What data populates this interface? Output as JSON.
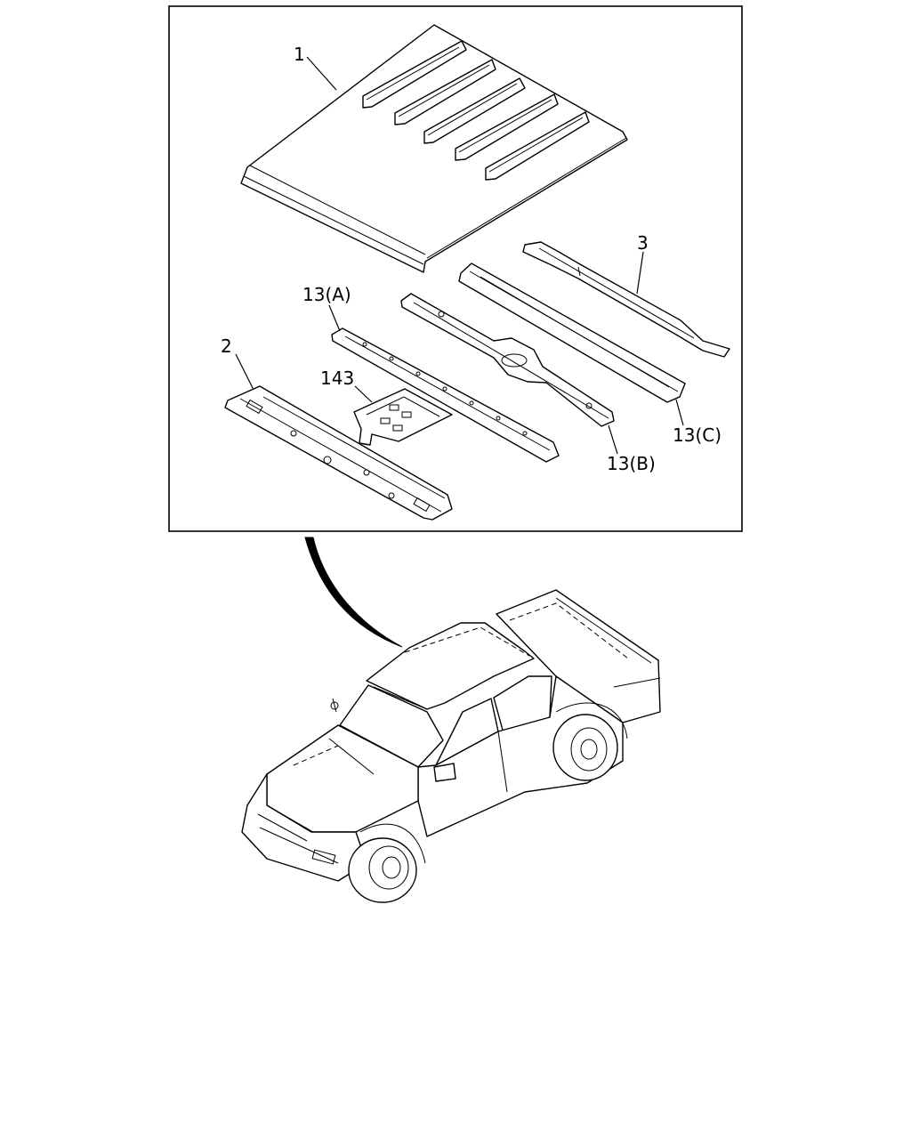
{
  "callouts": {
    "roof_panel": "1",
    "front_header": "2",
    "rear_rail": "3",
    "bow_a": "13(A)",
    "bow_b": "13(B)",
    "bow_c": "13(C)",
    "bracket": "143"
  }
}
